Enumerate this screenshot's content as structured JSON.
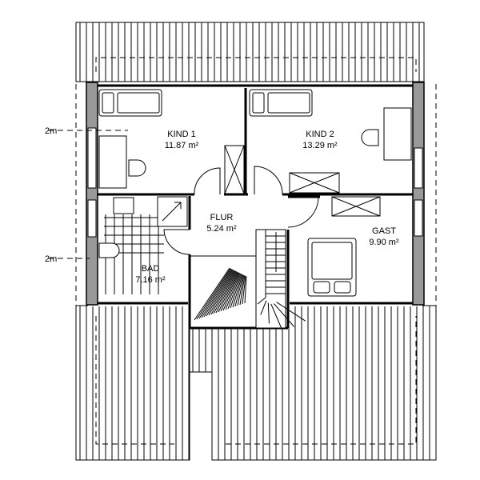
{
  "rooms": [
    {
      "name": "KIND 1",
      "area": "11.87 m²"
    },
    {
      "name": "KIND 2",
      "area": "13.29 m²"
    },
    {
      "name": "FLUR",
      "area": "5.24 m²"
    },
    {
      "name": "GAST",
      "area": "9.90 m²"
    },
    {
      "name": "BAD",
      "area": "7.16 m²"
    }
  ],
  "dimension_labels": [
    "2m",
    "2m"
  ]
}
